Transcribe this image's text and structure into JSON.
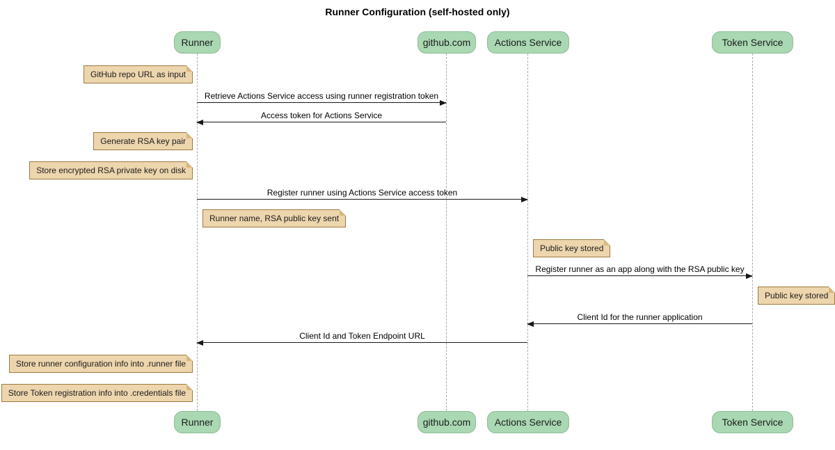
{
  "title": "Runner Configuration (self-hosted only)",
  "participants": [
    {
      "name": "Runner"
    },
    {
      "name": "github.com"
    },
    {
      "name": "Actions Service"
    },
    {
      "name": "Token Service"
    }
  ],
  "notes": [
    {
      "text": "GitHub repo URL as input",
      "anchor": "Runner"
    },
    {
      "text": "Generate RSA key pair",
      "anchor": "Runner"
    },
    {
      "text": "Store encrypted RSA private key on disk",
      "anchor": "Runner"
    },
    {
      "text": "Runner name, RSA public key sent",
      "anchor": "Runner"
    },
    {
      "text": "Public key stored",
      "anchor": "Actions Service"
    },
    {
      "text": "Public key stored",
      "anchor": "Token Service"
    },
    {
      "text": "Store runner configuration info into .runner file",
      "anchor": "Runner"
    },
    {
      "text": "Store Token registration info into .credentials file",
      "anchor": "Runner"
    }
  ],
  "messages": [
    {
      "text": "Retrieve Actions Service access using runner registration token",
      "from": "Runner",
      "to": "github.com"
    },
    {
      "text": "Access token for Actions Service",
      "from": "github.com",
      "to": "Runner"
    },
    {
      "text": "Register runner using Actions Service access token",
      "from": "Runner",
      "to": "Actions Service"
    },
    {
      "text": "Register runner as an app along with the RSA public key",
      "from": "Actions Service",
      "to": "Token Service"
    },
    {
      "text": "Client Id for the runner application",
      "from": "Token Service",
      "to": "Actions Service"
    },
    {
      "text": "Client Id and Token Endpoint URL",
      "from": "Actions Service",
      "to": "Runner"
    }
  ],
  "colors": {
    "participant_fill": "#A9D8B2",
    "participant_border": "#8CBD97",
    "note_fill": "#EDD5AD",
    "note_border": "#9C7A3F",
    "lifeline": "#AAAAAA",
    "arrow": "#181818"
  }
}
